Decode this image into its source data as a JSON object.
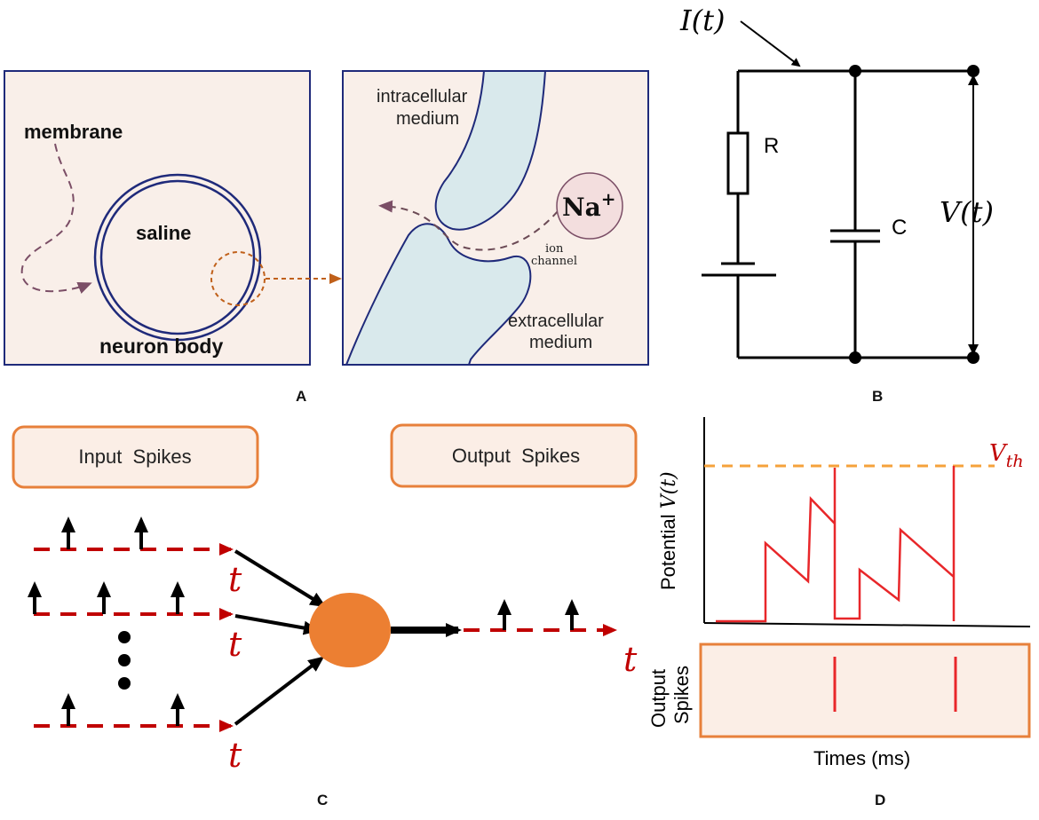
{
  "panel_labels": {
    "a": "A",
    "b": "B",
    "c": "C",
    "d": "D"
  },
  "panel_a": {
    "membrane": "membrane",
    "saline": "saline",
    "neuron_body": "neuron body",
    "intracellular_line1": "intracellular",
    "intracellular_line2": "medium",
    "na_symbol": "Na",
    "na_charge": "+",
    "ion": "ion",
    "channel": "channel",
    "extracellular_line1": "extracellular",
    "extracellular_line2": "medium"
  },
  "panel_b": {
    "current_label": "I(t)",
    "resistor": "R",
    "capacitor": "C",
    "voltage_label": "V(t)"
  },
  "panel_c": {
    "input_box": "Input  Spikes",
    "output_box": "Output  Spikes",
    "t_symbol": "t"
  },
  "panel_d": {
    "threshold_main": "V",
    "threshold_sub": "th",
    "y_label_text": "Potential ",
    "y_label_var": "V(t)",
    "output_spikes_line1": "Output",
    "output_spikes_line2": "Spikes",
    "x_label": "Times (ms)"
  },
  "colors": {
    "panel_a_bg": "#f9efe9",
    "channel_fill": "#d9e9ec",
    "membrane_stroke": "#1f2a7a",
    "spike_red": "#c00000",
    "box_orange": "#e7803b",
    "box_fill": "#fbeee6",
    "neuron_orange": "#ec7f32",
    "potential_red": "#e8272a",
    "threshold_orange": "#f5a23b"
  }
}
